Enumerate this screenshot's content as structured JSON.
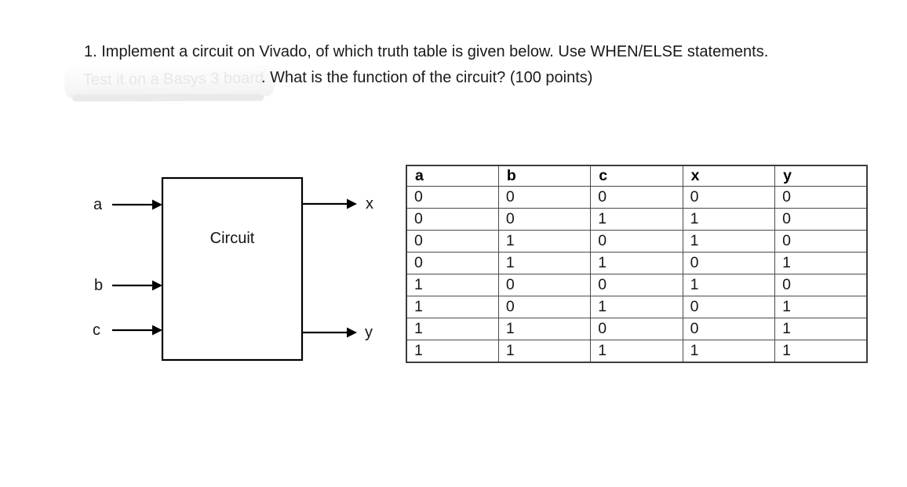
{
  "question": {
    "line1": "1. Implement a circuit on Vivado, of which truth table is given below. Use WHEN/ELSE statements.",
    "redacted_text": "Test it on a Basys 3 board",
    "line2": ". What is the function of the circuit? (100 points)"
  },
  "diagram": {
    "box_label": "Circuit",
    "inputs": [
      "a",
      "b",
      "c"
    ],
    "outputs": [
      "x",
      "y"
    ]
  },
  "truth_table": {
    "type": "table",
    "headers": [
      "a",
      "b",
      "c",
      "x",
      "y"
    ],
    "rows": [
      [
        "0",
        "0",
        "0",
        "0",
        "0"
      ],
      [
        "0",
        "0",
        "1",
        "1",
        "0"
      ],
      [
        "0",
        "1",
        "0",
        "1",
        "0"
      ],
      [
        "0",
        "1",
        "1",
        "0",
        "1"
      ],
      [
        "1",
        "0",
        "0",
        "1",
        "0"
      ],
      [
        "1",
        "0",
        "1",
        "0",
        "1"
      ],
      [
        "1",
        "1",
        "0",
        "0",
        "1"
      ],
      [
        "1",
        "1",
        "1",
        "1",
        "1"
      ]
    ]
  },
  "colors": {
    "page_background": "#ffffff",
    "text": "#1a1a1a",
    "table_border": "#4a4a4a",
    "diagram_stroke": "#000000",
    "redaction_fill": "#f5f5f5"
  }
}
